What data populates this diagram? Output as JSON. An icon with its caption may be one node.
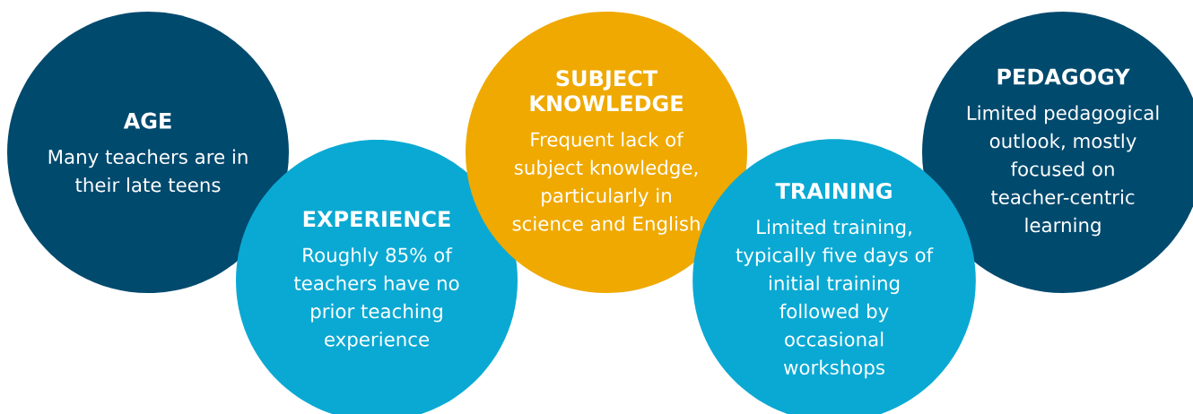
{
  "diagram": {
    "nodes": [
      {
        "text": [
          "AGE",
          "Many teachers are in their late teens"
        ]
      },
      {
        "text": [
          "EXPERIENCE",
          "Roughly 85% of teachers have no prior teaching experience"
        ]
      },
      {
        "text": [
          "SUBJECT KNOWLEDGE",
          "Frequent lack of subject knowledge, particularly in science and English"
        ]
      },
      {
        "text": [
          "TRAINING",
          "Limited training, typically five days of initial training followed by occasional workshops"
        ]
      },
      {
        "text": [
          "PEDAGOGY",
          "Limited pedagogical outlook, mostly focused on teacher-centric learning"
        ]
      }
    ]
  }
}
